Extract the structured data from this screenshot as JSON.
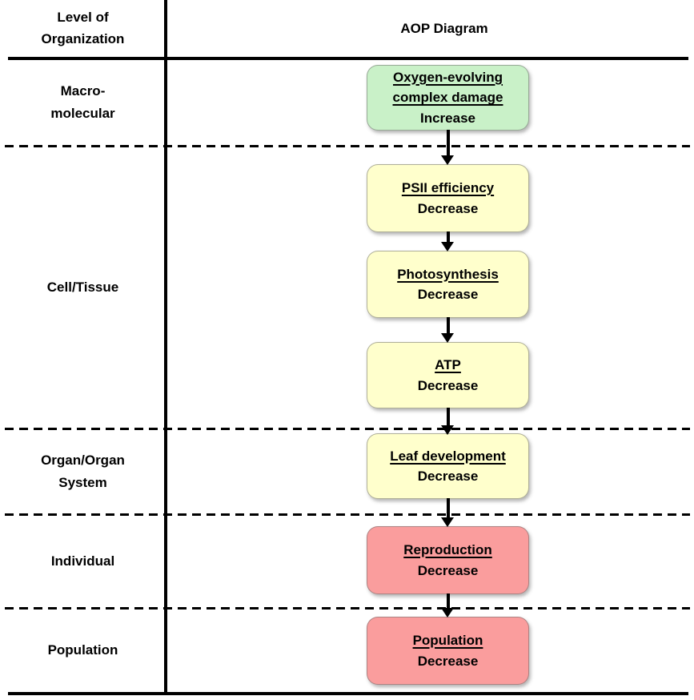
{
  "header": {
    "left": "Level of\nOrganization",
    "right": "AOP Diagram"
  },
  "levels": [
    {
      "label": "Macro-\nmolecular"
    },
    {
      "label": "Cell/Tissue"
    },
    {
      "label": "Organ/Organ\nSystem"
    },
    {
      "label": "Individual"
    },
    {
      "label": "Population"
    }
  ],
  "aop": {
    "boxes": [
      {
        "title": "Oxygen-evolving complex damage",
        "change": "Increase",
        "fill": "#c9f1c8",
        "level": "Macro-molecular"
      },
      {
        "title": "PSII efficiency",
        "change": "Decrease",
        "fill": "#ffffcc",
        "level": "Cell/Tissue"
      },
      {
        "title": "Photosynthesis",
        "change": "Decrease",
        "fill": "#ffffcc",
        "level": "Cell/Tissue"
      },
      {
        "title": "ATP",
        "change": "Decrease",
        "fill": "#ffffcc",
        "level": "Cell/Tissue"
      },
      {
        "title": "Leaf development",
        "change": "Decrease",
        "fill": "#ffffcc",
        "level": "Organ/Organ System"
      },
      {
        "title": "Reproduction",
        "change": "Decrease",
        "fill": "#fa9d9d",
        "level": "Individual"
      },
      {
        "title": "Population",
        "change": "Decrease",
        "fill": "#fa9d9d",
        "level": "Population"
      }
    ]
  },
  "colors": {
    "molecular_initiating_event": "#c9f1c8",
    "key_event": "#ffffcc",
    "adverse_outcome": "#fa9d9d",
    "line": "#000000"
  }
}
